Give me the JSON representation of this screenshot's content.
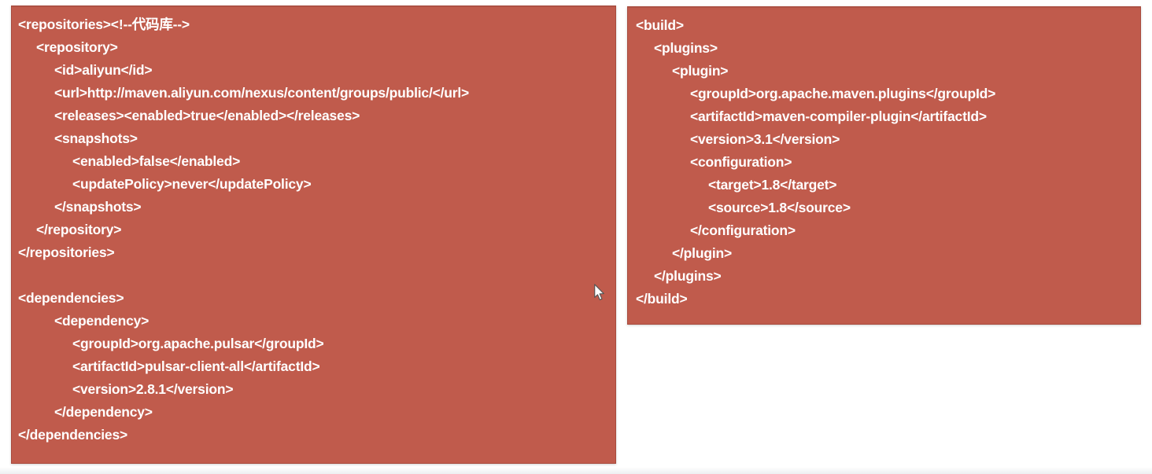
{
  "colors": {
    "block_background": "#c05b4c",
    "block_border": "#a84b3d",
    "code_text": "#ffffff",
    "page_background": "#ffffff",
    "footer_strip": "#edeff1"
  },
  "code_blocks": {
    "left": {
      "lines": [
        {
          "indent": 0,
          "text": "<repositories><!--代码库-->"
        },
        {
          "indent": 1,
          "text": "<repository>"
        },
        {
          "indent": 2,
          "text": "<id>aliyun</id>"
        },
        {
          "indent": 2,
          "text": "<url>http://maven.aliyun.com/nexus/content/groups/public/</url>"
        },
        {
          "indent": 2,
          "text": "<releases><enabled>true</enabled></releases>"
        },
        {
          "indent": 2,
          "text": "<snapshots>"
        },
        {
          "indent": 3,
          "text": "<enabled>false</enabled>"
        },
        {
          "indent": 3,
          "text": "<updatePolicy>never</updatePolicy>"
        },
        {
          "indent": 2,
          "text": "</snapshots>"
        },
        {
          "indent": 1,
          "text": "</repository>"
        },
        {
          "indent": 0,
          "text": "</repositories>"
        },
        {
          "indent": 0,
          "text": ""
        },
        {
          "indent": 0,
          "text": "<dependencies>"
        },
        {
          "indent": 2,
          "text": "<dependency>"
        },
        {
          "indent": 3,
          "text": "<groupId>org.apache.pulsar</groupId>"
        },
        {
          "indent": 3,
          "text": "<artifactId>pulsar-client-all</artifactId>"
        },
        {
          "indent": 3,
          "text": "<version>2.8.1</version>"
        },
        {
          "indent": 2,
          "text": "</dependency>"
        },
        {
          "indent": 0,
          "text": "</dependencies>"
        }
      ]
    },
    "right": {
      "lines": [
        {
          "indent": 0,
          "text": "<build>"
        },
        {
          "indent": 1,
          "text": "<plugins>"
        },
        {
          "indent": 2,
          "text": "<plugin>"
        },
        {
          "indent": 3,
          "text": "<groupId>org.apache.maven.plugins</groupId>"
        },
        {
          "indent": 3,
          "text": "<artifactId>maven-compiler-plugin</artifactId>"
        },
        {
          "indent": 3,
          "text": "<version>3.1</version>"
        },
        {
          "indent": 3,
          "text": "<configuration>"
        },
        {
          "indent": 4,
          "text": "<target>1.8</target>"
        },
        {
          "indent": 4,
          "text": "<source>1.8</source>"
        },
        {
          "indent": 3,
          "text": "</configuration>"
        },
        {
          "indent": 2,
          "text": "</plugin>"
        },
        {
          "indent": 1,
          "text": "</plugins>"
        },
        {
          "indent": 0,
          "text": "</build>"
        }
      ]
    }
  },
  "cursor": {
    "type": "arrow-pointer"
  }
}
